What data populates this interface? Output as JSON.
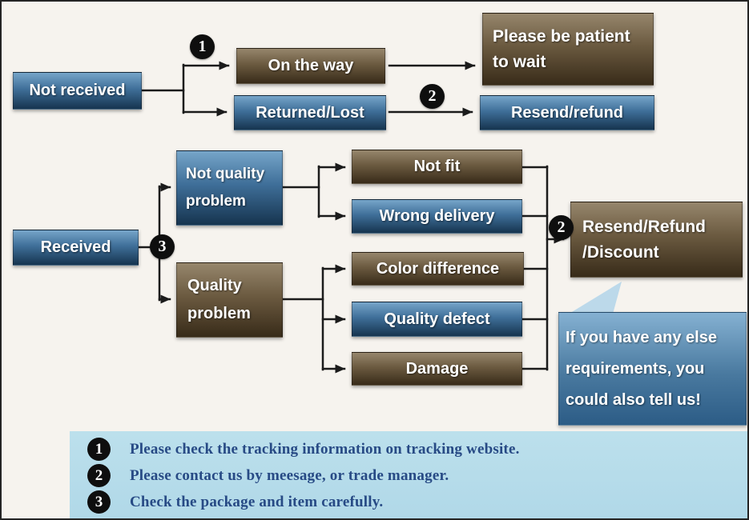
{
  "diagram": {
    "not_received": "Not received",
    "on_the_way": "On the way",
    "be_patient": [
      "Please be patient",
      "to wait"
    ],
    "returned_lost": "Returned/Lost",
    "resend_refund": "Resend/refund",
    "received": "Received",
    "not_quality_problem": [
      "Not quality",
      "problem"
    ],
    "quality_problem": [
      "Quality",
      "problem"
    ],
    "not_fit": "Not fit",
    "wrong_delivery": "Wrong delivery",
    "color_difference": "Color difference",
    "quality_defect": "Quality defect",
    "damage": "Damage",
    "resend_refund_discount": [
      "Resend/Refund",
      "/Discount"
    ],
    "bubble": [
      "If you have any else",
      "requirements, you",
      "could also tell us!"
    ]
  },
  "badges": {
    "one": "1",
    "two": "2",
    "three": "3"
  },
  "notes": [
    {
      "num": "1",
      "text": "Please check the tracking information on tracking website."
    },
    {
      "num": "2",
      "text": "Please contact us by meesage, or trade manager."
    },
    {
      "num": "3",
      "text": "Check the package and item carefully."
    }
  ],
  "colors": {
    "box_blue_top": "#76a5c9",
    "box_blue_bottom": "#16344f",
    "box_brown_top": "#96866c",
    "box_brown_bottom": "#382b19",
    "bubble_tail": "#bcd9ea",
    "panel_bg": "#b5dcea",
    "note_text": "#274a85",
    "connector": "#1b1b1b"
  }
}
